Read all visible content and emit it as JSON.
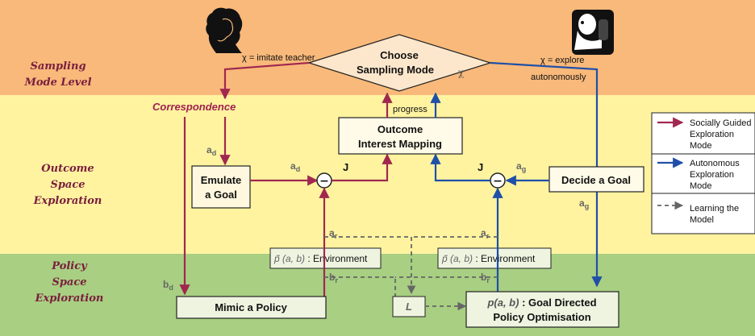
{
  "levels": {
    "sampling": [
      "Sampling",
      "Mode Level"
    ],
    "outcome": [
      "Outcome",
      "Space",
      "Exploration"
    ],
    "policy": [
      "Policy",
      "Space",
      "Exploration"
    ]
  },
  "choose": [
    "Choose",
    "Sampling Mode"
  ],
  "chi": "χ",
  "chi_imitate": "χ = imitate teacher",
  "chi_explore": "χ = explore",
  "autonomously": "autonomously",
  "correspondence": "Correspondence",
  "progress": "progress",
  "outcome_interest": [
    "Outcome",
    "Interest Mapping"
  ],
  "emulate": [
    "Emulate",
    "a Goal"
  ],
  "decide": "Decide a Goal",
  "mimic": "Mimic  a Policy",
  "goal_directed_p": "p(a, b)",
  "goal_directed": [
    " : Goal Directed",
    "Policy Optimisation"
  ],
  "env_p": "p̃ (a, b)",
  "env_label": " : Environment",
  "L": "L",
  "J": "J",
  "minus": "−",
  "vars": {
    "a": "a",
    "b": "b",
    "d": "d",
    "g": "g",
    "r": "r"
  },
  "legend": [
    {
      "lines": [
        "Socially Guided",
        "Exploration",
        "Mode"
      ],
      "color": "#a0284f",
      "style": "solid"
    },
    {
      "lines": [
        "Autonomous",
        "Exploration",
        "Mode"
      ],
      "color": "#1f4fa8",
      "style": "solid"
    },
    {
      "lines": [
        "Learning the",
        "Model"
      ],
      "color": "#666666",
      "style": "dashed"
    }
  ],
  "colors": {
    "band_sampling": "#f8b97a",
    "band_outcome": "#fff3a0",
    "band_policy": "#a8cf82",
    "social": "#a0284f",
    "auto": "#1f4fa8",
    "model": "#666666"
  },
  "icons": [
    "teacher-silhouette-icon",
    "robot-icon"
  ]
}
